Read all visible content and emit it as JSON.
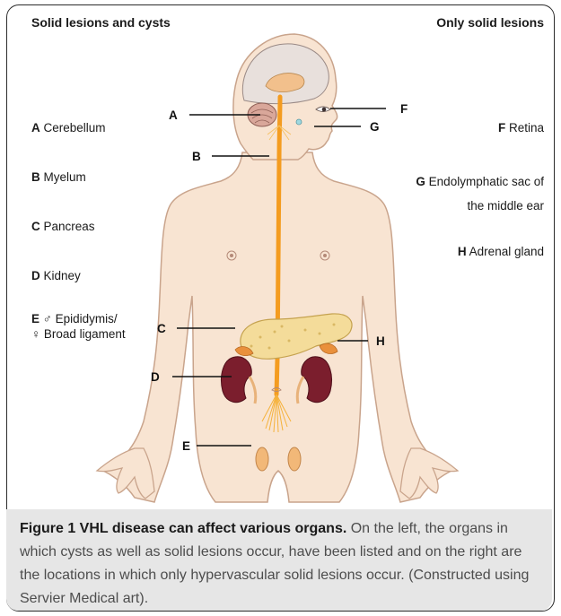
{
  "headers": {
    "left": "Solid lesions and cysts",
    "right": "Only solid lesions"
  },
  "left_labels": [
    {
      "letter": "A",
      "text": "Cerebellum"
    },
    {
      "letter": "B",
      "text": "Myelum"
    },
    {
      "letter": "C",
      "text": "Pancreas"
    },
    {
      "letter": "D",
      "text": "Kidney"
    },
    {
      "letter": "E",
      "text": "♂ Epididymis/",
      "text2": "♀ Broad ligament"
    }
  ],
  "right_labels": [
    {
      "letter": "F",
      "text": "Retina"
    },
    {
      "letter": "G",
      "text": "Endolymphatic sac of",
      "text2": "the middle ear"
    },
    {
      "letter": "H",
      "text": "Adrenal gland"
    }
  ],
  "callouts": [
    "A",
    "B",
    "C",
    "D",
    "E",
    "F",
    "G",
    "H"
  ],
  "caption": {
    "title": "Figure 1 VHL disease can affect various organs.",
    "body": " On the left, the organs in which cysts as well as solid lesions occur, have been listed and on the right are the locations in which only hypervascular solid lesions occur. (Constructed using Servier Medical art)."
  },
  "colors": {
    "skin": "#f8e4d2",
    "skin_outline": "#c9a48c",
    "spinal_cord": "#f49c20",
    "kidney": "#7b1e2d",
    "pancreas": "#f4dc9a",
    "testis": "#f2b878",
    "caption_bg": "#e6e6e6"
  }
}
